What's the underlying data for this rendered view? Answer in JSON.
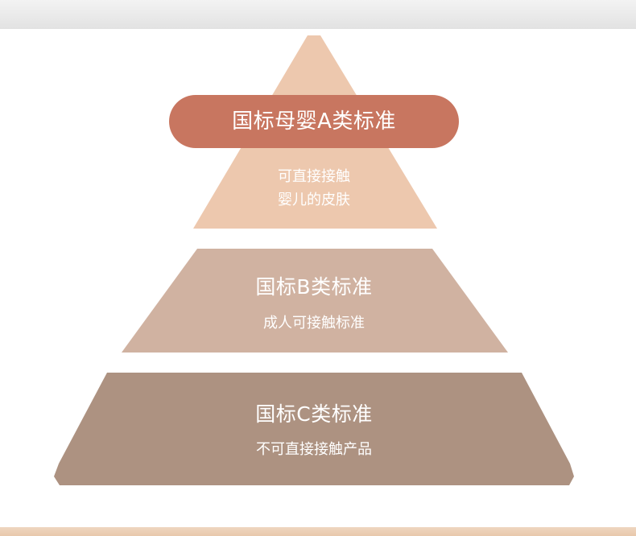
{
  "levels": {
    "a": {
      "title": "国标母婴A类标准",
      "desc_line1": "可直接接触",
      "desc_line2": "婴儿的皮肤"
    },
    "b": {
      "title": "国标B类标准",
      "desc": "成人可接触标准"
    },
    "c": {
      "title": "国标C类标准",
      "desc": "不可直接接触产品"
    }
  },
  "colors": {
    "tier_a": "#edc8ae",
    "pill_a": "#c87660",
    "tier_b": "#d0b2a1",
    "tier_c": "#ad9281",
    "text": "#ffffff"
  }
}
